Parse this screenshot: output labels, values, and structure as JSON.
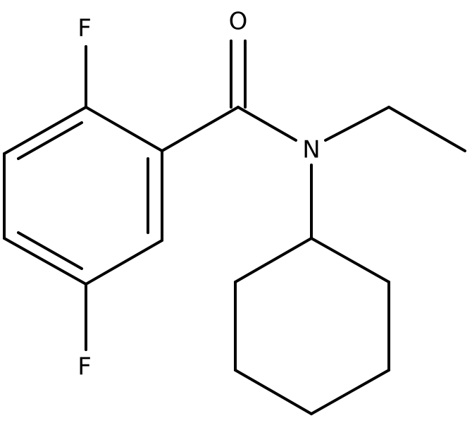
{
  "molecule": {
    "atoms": {
      "F1": "F",
      "F2": "F",
      "O": "O",
      "N": "N"
    }
  },
  "colors": {
    "bond": "#000000",
    "background": "#ffffff"
  }
}
